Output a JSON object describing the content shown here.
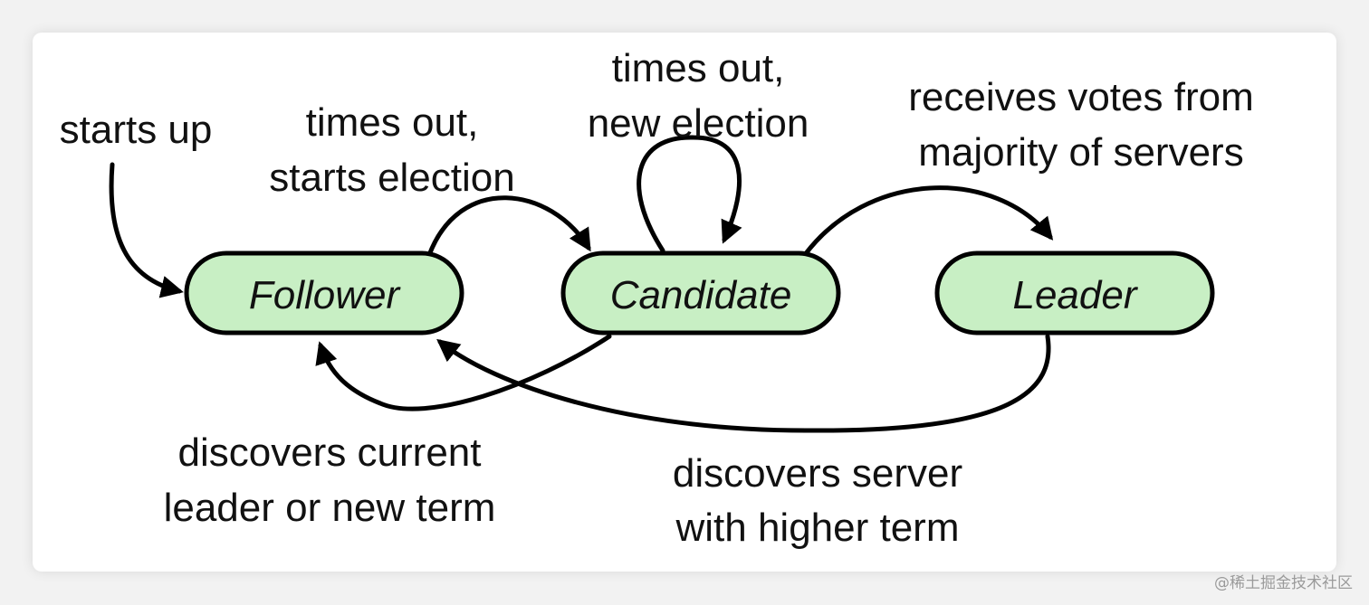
{
  "colors": {
    "state_fill": "#c8efc4",
    "stroke": "#000000",
    "text": "#111111",
    "background": "#ffffff",
    "page": "#f2f2f2"
  },
  "states": {
    "follower": "Follower",
    "candidate": "Candidate",
    "leader": "Leader"
  },
  "labels": {
    "starts_up": "starts up",
    "times_out_starts_election": [
      "times out,",
      "starts election"
    ],
    "times_out_new_election": [
      "times out,",
      "new election"
    ],
    "receives_votes": [
      "receives votes from",
      "majority of servers"
    ],
    "discovers_current_leader": [
      "discovers current",
      "leader or new term"
    ],
    "discovers_server_higher_term": [
      "discovers server",
      "with higher term"
    ]
  },
  "watermark": "@稀土掘金技术社区"
}
